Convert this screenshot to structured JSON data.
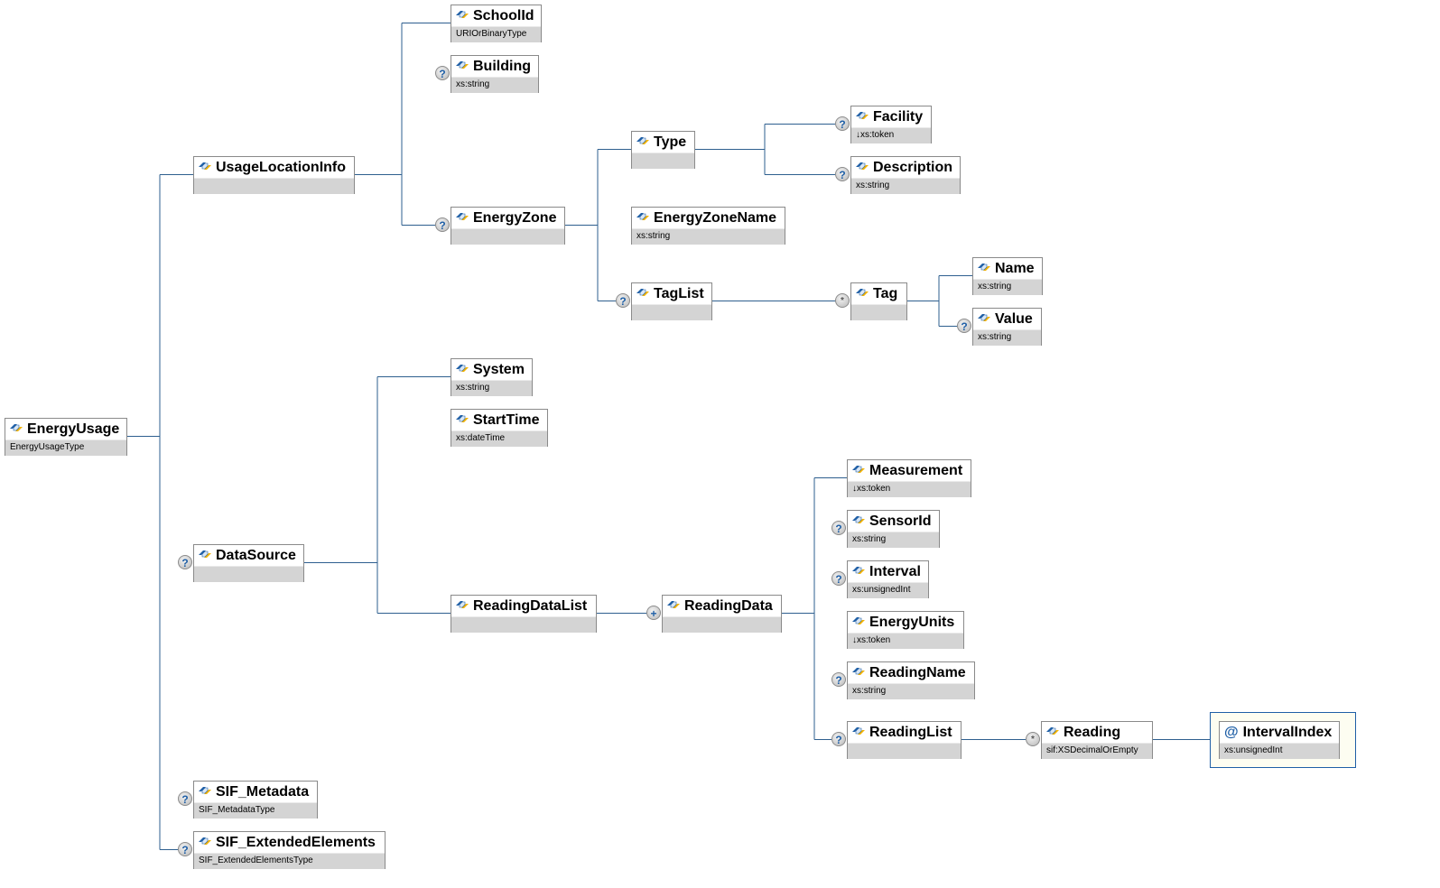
{
  "diagram": {
    "nodes": [
      {
        "id": "EnergyUsage",
        "name": "EnergyUsage",
        "type": "EnergyUsageType",
        "optional": false
      },
      {
        "id": "UsageLocationInfo",
        "name": "UsageLocationInfo",
        "type": "",
        "optional": false
      },
      {
        "id": "SchoolId",
        "name": "SchoolId",
        "type": "URIOrBinaryType",
        "optional": false
      },
      {
        "id": "Building",
        "name": "Building",
        "type": "xs:string",
        "optional": true
      },
      {
        "id": "EnergyZone",
        "name": "EnergyZone",
        "type": "",
        "optional": true
      },
      {
        "id": "Type",
        "name": "Type",
        "type": "",
        "optional": false
      },
      {
        "id": "Facility",
        "name": "Facility",
        "type": "↓xs:token",
        "optional": true
      },
      {
        "id": "Description",
        "name": "Description",
        "type": "xs:string",
        "optional": true
      },
      {
        "id": "EnergyZoneName",
        "name": "EnergyZoneName",
        "type": "xs:string",
        "optional": false
      },
      {
        "id": "TagList",
        "name": "TagList",
        "type": "",
        "optional": true
      },
      {
        "id": "Tag",
        "name": "Tag",
        "type": "",
        "multiplicity": "*"
      },
      {
        "id": "Name",
        "name": "Name",
        "type": "xs:string",
        "optional": false
      },
      {
        "id": "Value",
        "name": "Value",
        "type": "xs:string",
        "optional": true
      },
      {
        "id": "DataSource",
        "name": "DataSource",
        "type": "",
        "optional": true
      },
      {
        "id": "System",
        "name": "System",
        "type": "xs:string",
        "optional": false
      },
      {
        "id": "StartTime",
        "name": "StartTime",
        "type": "xs:dateTime",
        "optional": false
      },
      {
        "id": "ReadingDataList",
        "name": "ReadingDataList",
        "type": "",
        "optional": false
      },
      {
        "id": "ReadingData",
        "name": "ReadingData",
        "type": "",
        "multiplicity": "+"
      },
      {
        "id": "Measurement",
        "name": "Measurement",
        "type": "↓xs:token",
        "optional": false
      },
      {
        "id": "SensorId",
        "name": "SensorId",
        "type": "xs:string",
        "optional": true
      },
      {
        "id": "Interval",
        "name": "Interval",
        "type": "xs:unsignedInt",
        "optional": true
      },
      {
        "id": "EnergyUnits",
        "name": "EnergyUnits",
        "type": "↓xs:token",
        "optional": false
      },
      {
        "id": "ReadingName",
        "name": "ReadingName",
        "type": "xs:string",
        "optional": true
      },
      {
        "id": "ReadingList",
        "name": "ReadingList",
        "type": "",
        "optional": true
      },
      {
        "id": "Reading",
        "name": "Reading",
        "type": "sif:XSDecimalOrEmpty",
        "multiplicity": "*"
      },
      {
        "id": "IntervalIndex",
        "name": "IntervalIndex",
        "type": "xs:unsignedInt",
        "attribute": true
      },
      {
        "id": "SIF_Metadata",
        "name": "SIF_Metadata",
        "type": "SIF_MetadataType",
        "optional": true
      },
      {
        "id": "SIF_ExtendedElements",
        "name": "SIF_ExtendedElements",
        "type": "SIF_ExtendedElementsType",
        "optional": true
      }
    ],
    "edges": [
      [
        "EnergyUsage",
        "UsageLocationInfo"
      ],
      [
        "EnergyUsage",
        "DataSource"
      ],
      [
        "EnergyUsage",
        "SIF_Metadata"
      ],
      [
        "EnergyUsage",
        "SIF_ExtendedElements"
      ],
      [
        "UsageLocationInfo",
        "SchoolId"
      ],
      [
        "UsageLocationInfo",
        "Building"
      ],
      [
        "UsageLocationInfo",
        "EnergyZone"
      ],
      [
        "EnergyZone",
        "Type"
      ],
      [
        "EnergyZone",
        "EnergyZoneName"
      ],
      [
        "EnergyZone",
        "TagList"
      ],
      [
        "Type",
        "Facility"
      ],
      [
        "Type",
        "Description"
      ],
      [
        "TagList",
        "Tag"
      ],
      [
        "Tag",
        "Name"
      ],
      [
        "Tag",
        "Value"
      ],
      [
        "DataSource",
        "System"
      ],
      [
        "DataSource",
        "StartTime"
      ],
      [
        "DataSource",
        "ReadingDataList"
      ],
      [
        "ReadingDataList",
        "ReadingData"
      ],
      [
        "ReadingData",
        "Measurement"
      ],
      [
        "ReadingData",
        "SensorId"
      ],
      [
        "ReadingData",
        "Interval"
      ],
      [
        "ReadingData",
        "EnergyUnits"
      ],
      [
        "ReadingData",
        "ReadingName"
      ],
      [
        "ReadingData",
        "ReadingList"
      ],
      [
        "ReadingList",
        "Reading"
      ],
      [
        "Reading",
        "IntervalIndex"
      ]
    ],
    "colors": {
      "wire": "#2e5f8f",
      "node_border": "#8a8a8a",
      "type_bg": "#d4d4d4",
      "badge_text": "#1f5fa6",
      "attr_group_bg": "#fdfdf1"
    }
  }
}
